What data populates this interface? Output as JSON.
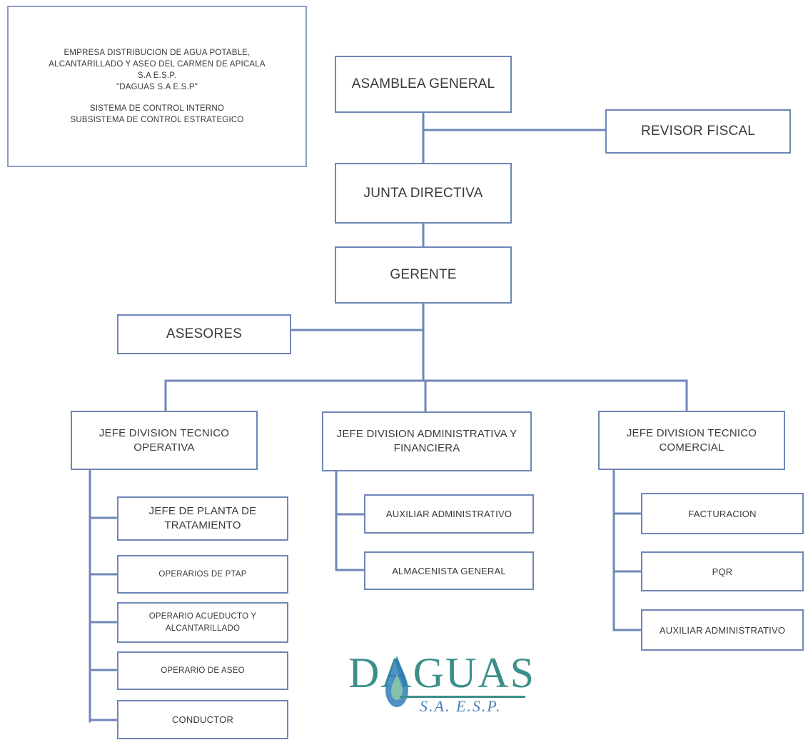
{
  "header": {
    "line1": "EMPRESA DISTRIBUCION DE AGUA POTABLE,",
    "line2": "ALCANTARILLADO Y ASEO DEL CARMEN DE APICALA",
    "line3": "S.A E.S.P.",
    "line4": "\"DAGUAS S.A E.S.P\"",
    "line5": "SISTEMA DE CONTROL INTERNO",
    "line6": "SUBSISTEMA DE CONTROL ESTRATEGICO"
  },
  "nodes": {
    "asamblea": "ASAMBLEA GENERAL",
    "revisor": "REVISOR FISCAL",
    "junta": "JUNTA DIRECTIVA",
    "gerente": "GERENTE",
    "asesores": "ASESORES",
    "div_operativa": [
      "JEFE DIVISION TECNICO",
      "OPERATIVA"
    ],
    "div_administrativa": [
      "JEFE DIVISION ADMINISTRATIVA Y",
      "FINANCIERA"
    ],
    "div_comercial": [
      "JEFE DIVISION TECNICO",
      "COMERCIAL"
    ],
    "operativa_staff": {
      "planta": [
        "JEFE DE PLANTA DE",
        "TRATAMIENTO"
      ],
      "ptap": "OPERARIOS DE PTAP",
      "acueducto": [
        "OPERARIO ACUEDUCTO Y",
        "ALCANTARILLADO"
      ],
      "aseo": "OPERARIO DE ASEO",
      "conductor": "CONDUCTOR"
    },
    "administrativa_staff": {
      "auxiliar": "AUXILIAR ADMINISTRATIVO",
      "almacenista": "ALMACENISTA GENERAL"
    },
    "comercial_staff": {
      "facturacion": "FACTURACION",
      "pqr": "PQR",
      "auxiliar": "AUXILIAR ADMINISTRATIVO"
    }
  },
  "logo": {
    "name": "DAGUAS",
    "suffix": "S.A. E.S.P.",
    "brand_color": "#3b8f8a",
    "accent_color": "#4a7fb5"
  },
  "colors": {
    "line": "#6f86b8",
    "box_border": "#6f86b8"
  }
}
